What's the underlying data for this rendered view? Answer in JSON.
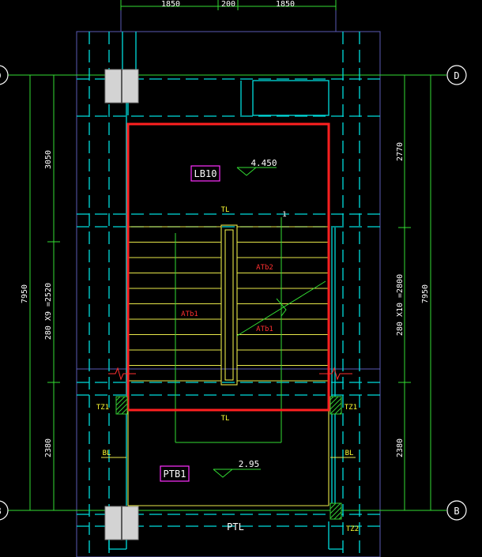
{
  "dims_top": [
    "1850",
    "200",
    "1850"
  ],
  "dims_left": {
    "upper": "3050",
    "mid": "280 X9 =2520",
    "lower": "2380",
    "total": "7950"
  },
  "dims_right": {
    "upper": "2770",
    "mid": "280 X10 =2800",
    "lower": "2380",
    "total": "7950"
  },
  "axes": {
    "top": "D",
    "bottom": "B"
  },
  "labels": {
    "slab_upper": "LB10",
    "slab_lower": "PTB1",
    "elev_upper": "4.450",
    "elev_lower": "2.95",
    "tl_top": "TL",
    "tl_bottom": "TL",
    "ptl": "PTL",
    "tz1_left": "TZ1",
    "tz1_right": "TZ1",
    "tz2": "TZ2",
    "bl_left": "BL",
    "bl_right": "BL",
    "atb2": "ATb2",
    "atb1_left": "ATb1",
    "atb1_right": "ATb1",
    "num_one": "1"
  },
  "colors": {
    "bg": "#000000",
    "dim": "#33dd33",
    "wall": "#00dddd",
    "stair": "#e8e84a",
    "highlight": "#ff2020",
    "tag": "#ff2fff",
    "column": "#d3d3d3",
    "text": "#ffffff",
    "red_text": "#ff3030",
    "yellow_text": "#ffff33",
    "hatch": "#33cc33",
    "outline": "#5a5ab4"
  }
}
